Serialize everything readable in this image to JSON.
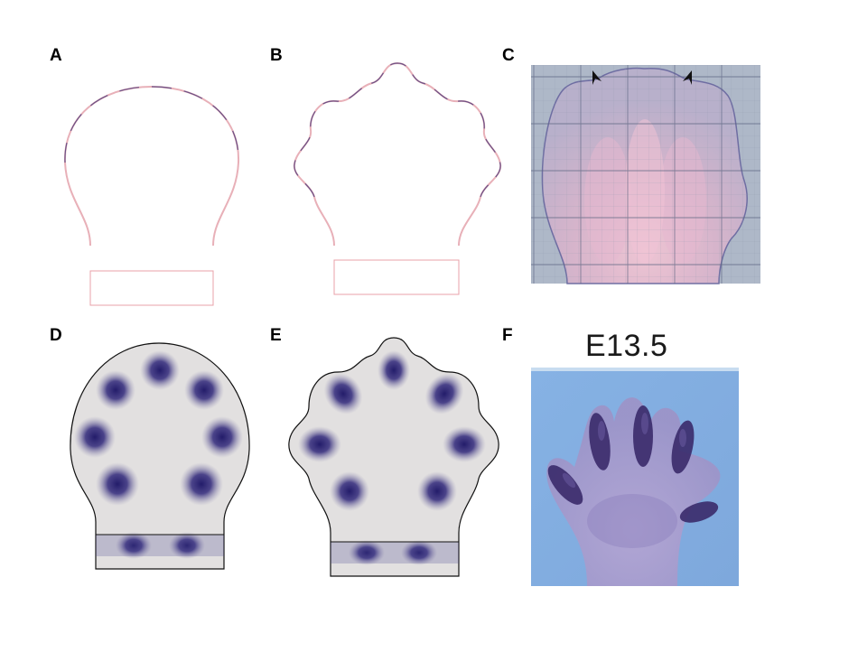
{
  "panels": {
    "A": {
      "label": "A"
    },
    "B": {
      "label": "B"
    },
    "C": {
      "label": "C"
    },
    "D": {
      "label": "D"
    },
    "E": {
      "label": "E"
    },
    "F": {
      "label": "F",
      "stage": "E13.5"
    }
  },
  "colors": {
    "outline_pink": "#e8b0b8",
    "outline_purple": "#4a3a7a",
    "spot_purple": "#2a2270",
    "domain_grey": "#e2e0e0",
    "photo_blue": "#7aa6dc",
    "stain_purple": "#3a2a6a"
  }
}
